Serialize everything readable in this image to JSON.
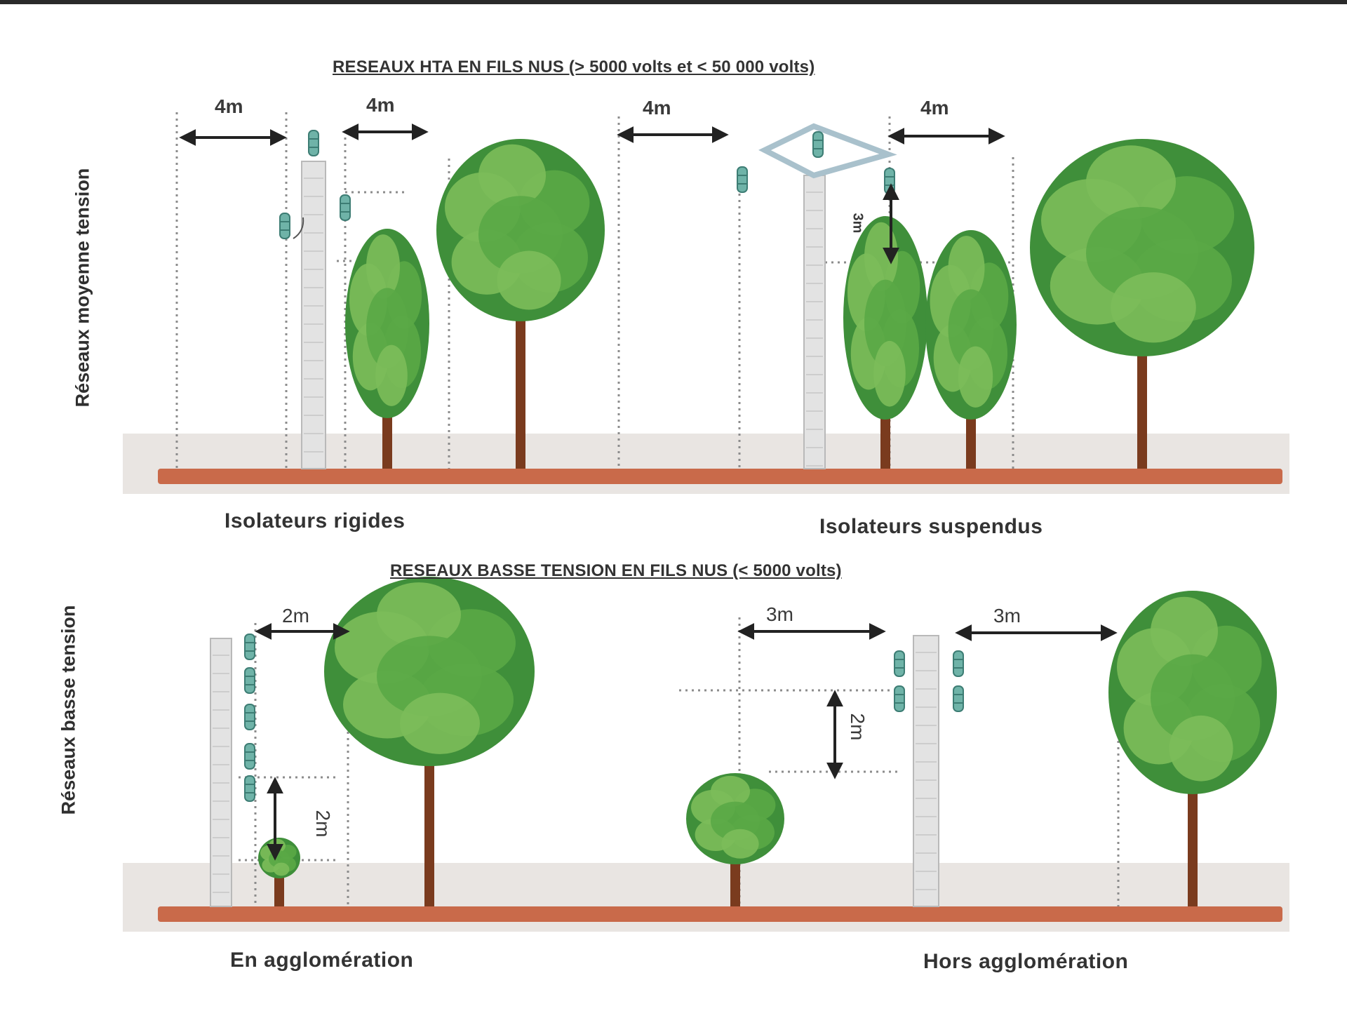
{
  "diagram": {
    "colors": {
      "ground_band": "#e9e5e2",
      "ground_line": "#c96a4a",
      "pole": "#e3e3e3",
      "pole_edge": "#b9b9b9",
      "insulator": "#6fb3a8",
      "foliage_dark": "#3f8f3a",
      "foliage_mid": "#5aa846",
      "foliage_light": "#7cbd5a",
      "trunk": "#7a3b1e",
      "dim_arrow": "#222222",
      "dotted": "#8c8c8c",
      "text": "#333333"
    },
    "top_section": {
      "title": "RESEAUX HTA EN FILS NUS (> 5000 volts et < 50 000 volts)",
      "side_label": "Réseaux moyenne tension",
      "left_caption": "Isolateurs rigides",
      "right_caption": "Isolateurs suspendus",
      "dims": [
        "4m",
        "4m",
        "4m",
        "4m"
      ],
      "vertical_dim": "3m"
    },
    "bottom_section": {
      "title": "RESEAUX BASSE TENSION EN FILS NUS (< 5000 volts)",
      "side_label": "Réseaux basse tension",
      "left_caption": "En agglomération",
      "right_caption": "Hors agglomération",
      "dims": [
        "2m",
        "3m",
        "3m"
      ],
      "vertical_dims": [
        "2m",
        "2m"
      ]
    },
    "icons": [
      "utility-pole-icon",
      "insulator-icon",
      "tree-icon",
      "dimension-arrow-icon"
    ]
  }
}
